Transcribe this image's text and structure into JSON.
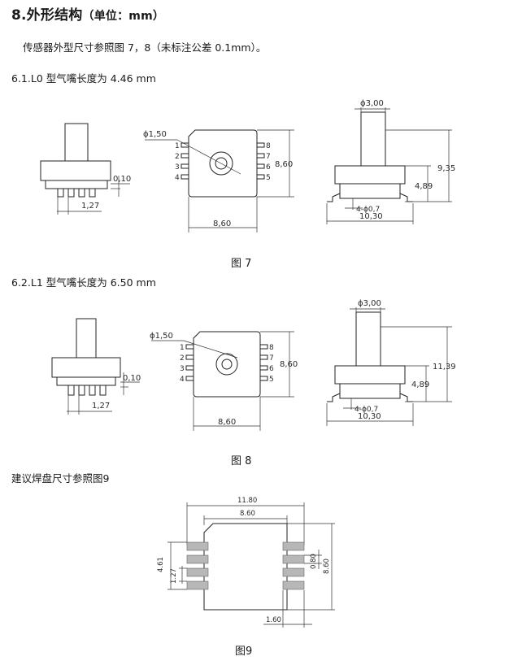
{
  "heading": {
    "title": "8.外形结构",
    "unit": "（单位：mm）"
  },
  "intro": "传感器外型尺寸参照图 7，8（未标注公差 0.1mm）。",
  "section1": {
    "title": "6.1.L0  型气嘴长度为  4.46 mm",
    "caption": "图  7"
  },
  "section2": {
    "title": "6.2.L1  型气嘴长度为  6.50 mm",
    "caption": "图  8"
  },
  "section3": {
    "title": "建议焊盘尺寸参照图9",
    "caption": "图9"
  },
  "fig7": {
    "side": {
      "thickness": "0,10",
      "pitch": "1,27"
    },
    "top": {
      "hole": "ϕ1,50",
      "height": "8,60",
      "width": "8,60",
      "pins_left": [
        "1",
        "2",
        "3",
        "4"
      ],
      "pins_right": [
        "8",
        "7",
        "6",
        "5"
      ]
    },
    "front": {
      "diameter": "ϕ3,00",
      "height_total": "9,35",
      "height_body": "4,89",
      "pins": "4-ϕ0,7",
      "width": "10,30"
    }
  },
  "fig8": {
    "side": {
      "thickness": "0,10",
      "pitch": "1,27"
    },
    "top": {
      "hole": "ϕ1,50",
      "height": "8,60",
      "width": "8,60",
      "pins_left": [
        "1",
        "2",
        "3",
        "4"
      ],
      "pins_right": [
        "8",
        "7",
        "6",
        "5"
      ]
    },
    "front": {
      "diameter": "ϕ3,00",
      "height_total": "11,39",
      "height_body": "4,89",
      "pins": "4-ϕ0,7",
      "width": "10,30"
    }
  },
  "fig9": {
    "outer_width": "11.80",
    "body_width": "8.60",
    "pad_span": "4.61",
    "pitch": "1.27",
    "pad_width": "0.80",
    "body_height": "8.60",
    "pad_length": "1.60"
  }
}
